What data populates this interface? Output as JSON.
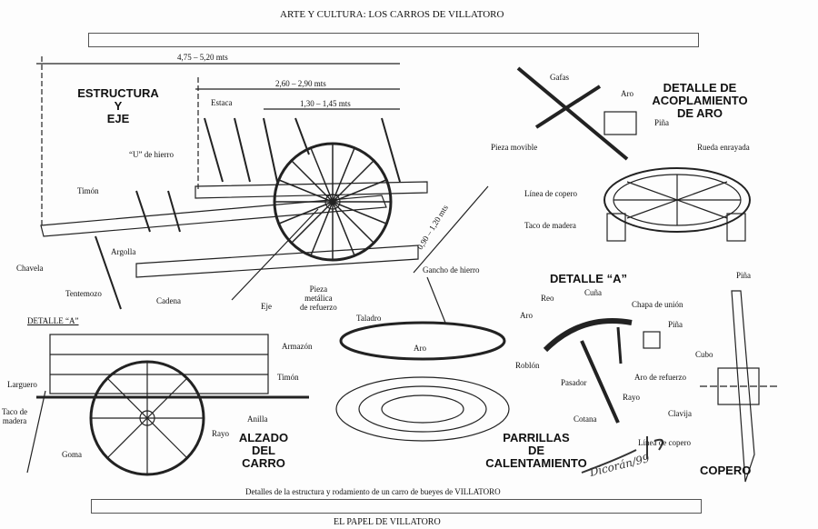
{
  "header": {
    "title": "ARTE Y CULTURA: LOS CARROS DE VILLATORO"
  },
  "footer": {
    "caption": "Detalles de la estructura y rodamiento de un carro de bueyes de VILLATORO",
    "publication": "EL PAPEL DE VILLATORO"
  },
  "signature": "Dicorán/99",
  "sections": {
    "estructura": [
      "ESTRUCTURA",
      "Y",
      "EJE"
    ],
    "acoplamiento": [
      "DETALLE DE",
      "ACOPLAMIENTO",
      "DE ARO"
    ],
    "detalle_a": "DETALLE “A”",
    "alzado": [
      "ALZADO",
      "DEL",
      "CARRO"
    ],
    "parrillas": [
      "PARRILLAS",
      "DE",
      "CALENTAMIENTO"
    ],
    "copero": "COPERO"
  },
  "dimensions": {
    "total": "4,75 – 5,20 mts",
    "mid": "2,60 – 2,90 mts",
    "inner": "1,30 – 1,45 mts",
    "height": "0,90 – 1,20 mts"
  },
  "labels": {
    "estaca": "Estaca",
    "u_hierro": "“U” de hierro",
    "timon": "Timón",
    "chavela": "Chavela",
    "argolla": "Argolla",
    "tentemozo": "Tentemozo",
    "cadena": "Cadena",
    "eje": "Eje",
    "pieza": "Pieza",
    "metalica": "metálica",
    "refuerzo": "de refuerzo",
    "gafas": "Gafas",
    "aro": "Aro",
    "pina": "Piña",
    "pieza_movible": "Pieza movible",
    "rueda_enrayada": "Rueda enrayada",
    "linea_copero": "Línea de copero",
    "taco_madera": "Taco de madera",
    "gancho": "Gancho de hierro",
    "taladro": "Taladro",
    "aro2": "Aro",
    "detalle_a_link": "DETALLE “A”",
    "armazon": "Armazón",
    "timon2": "Timón",
    "larguero": "Larguero",
    "taco": "Taco de",
    "madera": "madera",
    "rayo": "Rayo",
    "anilla": "Anilla",
    "goma": "Goma",
    "reo": "Reo",
    "cuna": "Cuña",
    "chapa": "Chapa de unión",
    "aro3": "Aro",
    "pina2": "Piña",
    "roblon": "Roblón",
    "pasador": "Pasador",
    "rayo2": "Rayo",
    "cotana": "Cotana",
    "pina3": "Piña",
    "cubo": "Cubo",
    "aro_refuerzo": "Aro de refuerzo",
    "clavija": "Clavija",
    "linea_copero2": "Línea de copero"
  }
}
